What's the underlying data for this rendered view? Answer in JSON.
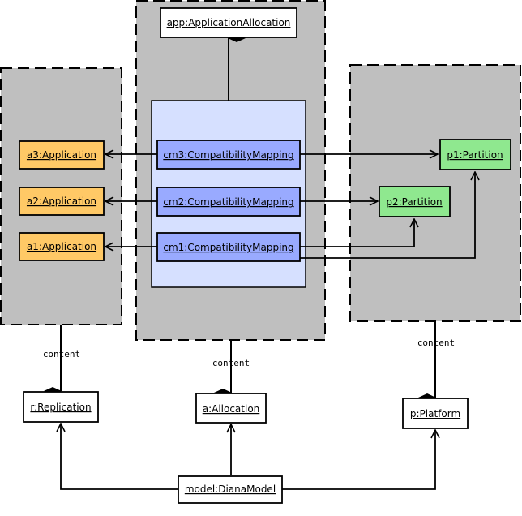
{
  "diagram": {
    "nodes": {
      "app": "app:ApplicationAllocation",
      "a1": "a1:Application",
      "a2": "a2:Application",
      "a3": "a3:Application",
      "cm1": "cm1:CompatibilityMapping",
      "cm2": "cm2:CompatibilityMapping",
      "cm3": "cm3:CompatibilityMapping",
      "p1": "p1:Partition",
      "p2": "p2:Partition",
      "replication": "r:Replication",
      "allocation": "a:Allocation",
      "platform": "p:Platform",
      "model": "model:DianaModel"
    },
    "edge_labels": {
      "left": "content",
      "middle": "content",
      "right": "content"
    },
    "colors": {
      "container": "#bfbfbf",
      "application": "#ffc966",
      "mapping": "#99aaff",
      "mapping_group": "#d6e0ff",
      "partition": "#8fe88f",
      "plain": "#ffffff"
    }
  }
}
